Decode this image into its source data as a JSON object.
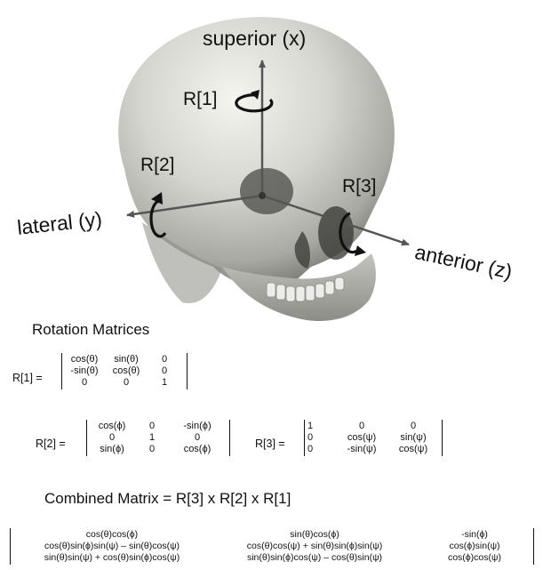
{
  "axes": {
    "superior": "superior (x)",
    "lateral": "lateral (y)",
    "anterior": "anterior (z)"
  },
  "rotations": {
    "r1": "R[1]",
    "r2": "R[2]",
    "r3": "R[3]"
  },
  "section_title": "Rotation Matrices",
  "matrices": {
    "r1": {
      "label": "R[1] =",
      "rows": [
        [
          "cos(θ)",
          "sin(θ)",
          "0"
        ],
        [
          "-sin(θ)",
          "cos(θ)",
          "0"
        ],
        [
          "0",
          "0",
          "1"
        ]
      ]
    },
    "r2": {
      "label": "R[2] =",
      "rows": [
        [
          "cos(ϕ)",
          "0",
          "-sin(ϕ)"
        ],
        [
          "0",
          "1",
          "0"
        ],
        [
          "sin(ϕ)",
          "0",
          "cos(ϕ)"
        ]
      ]
    },
    "r3": {
      "label": "R[3] =",
      "rows": [
        [
          "1",
          "0",
          "0"
        ],
        [
          "0",
          "cos(ψ)",
          "sin(ψ)"
        ],
        [
          "0",
          "-sin(ψ)",
          "cos(ψ)"
        ]
      ]
    }
  },
  "combined_title": "Combined Matrix = R[3] x R[2] x R[1]",
  "combined": {
    "rows": [
      [
        "cos(θ)cos(ϕ)",
        "sin(θ)cos(ϕ)",
        "-sin(ϕ)"
      ],
      [
        "cos(θ)sin(ϕ)sin(ψ) – sin(θ)cos(ψ)",
        "cos(θ)cos(ψ) + sin(θ)sin(ϕ)sin(ψ)",
        "cos(ϕ)sin(ψ)"
      ],
      [
        "sin(θ)sin(ψ) + cos(θ)sin(ϕ)cos(ψ)",
        "sin(θ)sin(ϕ)cos(ψ) – cos(θ)sin(ψ)",
        "cos(ϕ)cos(ψ)"
      ]
    ]
  }
}
